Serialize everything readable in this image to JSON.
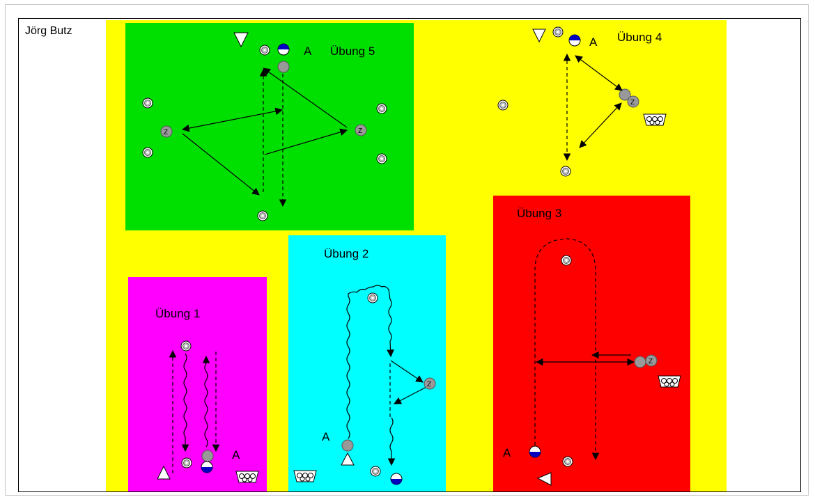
{
  "author": "Jörg Butz",
  "colors": {
    "field": "#ffff00",
    "uebung5": "#00e000",
    "uebung1": "#ff00ff",
    "uebung2": "#00ffff",
    "uebung3": "#ff0000",
    "cone": "#c8c8c8",
    "player": "#a0a0a0",
    "ballBlue": "#0000c0"
  },
  "exercises": [
    {
      "id": "uebung5",
      "title": "Übung 5"
    },
    {
      "id": "uebung4",
      "title": "Übung 4"
    },
    {
      "id": "uebung3",
      "title": "Übung 3"
    },
    {
      "id": "uebung2",
      "title": "Übung 2"
    },
    {
      "id": "uebung1",
      "title": "Übung 1"
    }
  ],
  "marks": {
    "player_label": "A",
    "zone_label": "Z"
  }
}
